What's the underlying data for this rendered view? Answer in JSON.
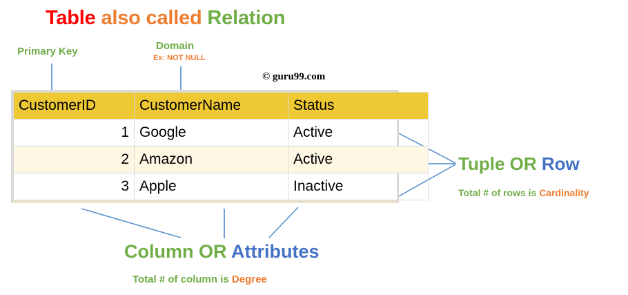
{
  "title": {
    "part1": "Table",
    "part2": "also called",
    "part3": "Relation"
  },
  "callouts": {
    "primary_key": "Primary Key",
    "domain": "Domain",
    "domain_example": "Ex: NOT NULL",
    "tuple_row_a": "Tuple OR",
    "tuple_row_b": "Row",
    "cardinality_prefix": "Total # of rows is",
    "cardinality_word": "Cardinality",
    "column_attr_a": "Column OR",
    "column_attr_b": "Attributes",
    "degree_prefix": "Total # of column is",
    "degree_word": "Degree"
  },
  "watermark": "© guru99.com",
  "table": {
    "columns": [
      "CustomerID",
      "CustomerName",
      "Status"
    ],
    "rows": [
      {
        "id": "1",
        "name": "Google",
        "status": "Active"
      },
      {
        "id": "2",
        "name": "Amazon",
        "status": "Active"
      },
      {
        "id": "3",
        "name": "Apple",
        "status": "Inactive"
      }
    ]
  },
  "colors": {
    "red": "#ff0000",
    "orange": "#ed7d31",
    "green": "#70ad47",
    "blue": "#4472c4",
    "header_yellow": "#eec934",
    "alt_row": "#fdf7e3",
    "connector_line": "#4a86c8"
  }
}
